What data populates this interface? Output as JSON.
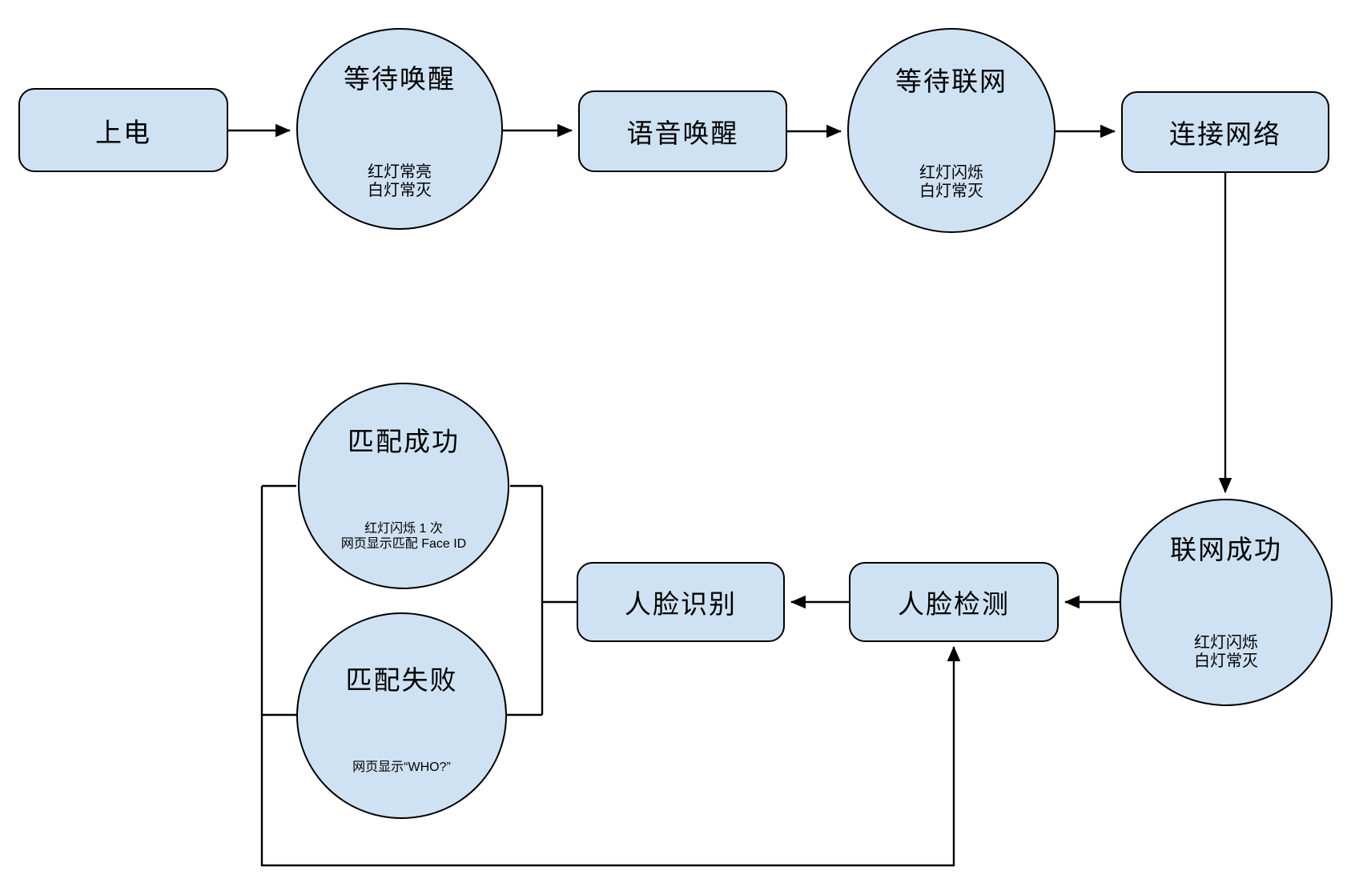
{
  "canvas": {
    "background": "#ffffff",
    "node_fill": "#cfe2f3",
    "node_stroke": "#000000",
    "connector_color": "#000000"
  },
  "nodes": {
    "power_on": {
      "label": "上电"
    },
    "wait_wake": {
      "title": "等待唤醒",
      "sub1": "红灯常亮",
      "sub2": "白灯常灭"
    },
    "voice_wake": {
      "label": "语音唤醒"
    },
    "wait_network": {
      "title": "等待联网",
      "sub1": "红灯闪烁",
      "sub2": "白灯常灭"
    },
    "connect_network": {
      "label": "连接网络"
    },
    "network_success": {
      "title": "联网成功",
      "sub1": "红灯闪烁",
      "sub2": "白灯常灭"
    },
    "face_detect": {
      "label": "人脸检测"
    },
    "face_recognize": {
      "label": "人脸识别"
    },
    "match_success": {
      "title": "匹配成功",
      "sub1": "红灯闪烁 1 次",
      "sub2": "网页显示匹配 Face ID"
    },
    "match_fail": {
      "title": "匹配失败",
      "sub1": "网页显示“WHO?”"
    }
  }
}
